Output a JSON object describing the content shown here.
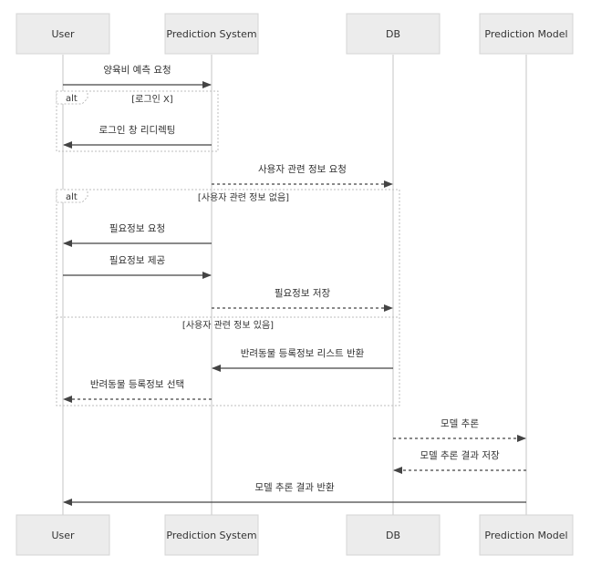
{
  "participants": [
    {
      "id": "user",
      "label": "User"
    },
    {
      "id": "ps",
      "label": "Prediction System"
    },
    {
      "id": "db",
      "label": "DB"
    },
    {
      "id": "pm",
      "label": "Prediction Model"
    }
  ],
  "fragments": [
    {
      "tag": "alt",
      "condition": "[로그인 X]"
    },
    {
      "tag": "alt",
      "condition": "[사용자 관련 정보 없음]",
      "else_condition": "[사용자 관련 정보 있음]"
    }
  ],
  "messages": [
    {
      "text": "양육비 예측 요청",
      "from": "user",
      "to": "ps",
      "style": "solid"
    },
    {
      "text": "로그인 창 리디렉팅",
      "from": "ps",
      "to": "user",
      "style": "solid"
    },
    {
      "text": "사용자 관련 정보 요청",
      "from": "ps",
      "to": "db",
      "style": "dashed"
    },
    {
      "text": "필요정보 요청",
      "from": "ps",
      "to": "user",
      "style": "solid"
    },
    {
      "text": "필요정보 제공",
      "from": "user",
      "to": "ps",
      "style": "solid"
    },
    {
      "text": "필요정보 저장",
      "from": "ps",
      "to": "db",
      "style": "dashed"
    },
    {
      "text": "반려동물 등록정보 리스트 반환",
      "from": "db",
      "to": "ps",
      "style": "solid"
    },
    {
      "text": "반려동물 등록정보 선택",
      "from": "ps",
      "to": "user",
      "style": "dashed"
    },
    {
      "text": "모델 추론",
      "from": "db",
      "to": "pm",
      "style": "dashed"
    },
    {
      "text": "모델 추론 결과 저장",
      "from": "pm",
      "to": "db",
      "style": "dashed"
    },
    {
      "text": "모델 추론 결과 반환",
      "from": "pm",
      "to": "user",
      "style": "solid"
    }
  ]
}
